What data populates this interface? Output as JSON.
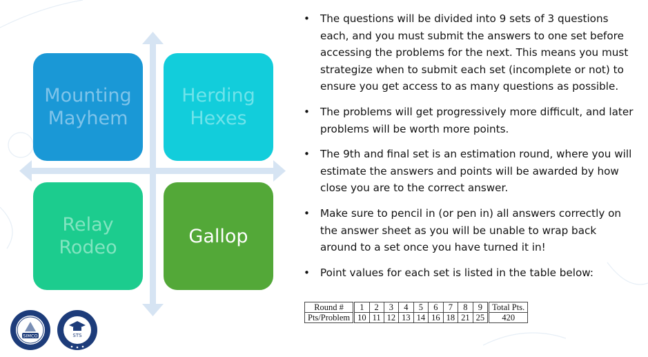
{
  "tiles": {
    "mounting": "Mounting\nMayhem",
    "herding": "Herding\nHexes",
    "relay": "Relay\nRodeo",
    "gallop": "Gallop"
  },
  "colors": {
    "blue": "#1a98d6",
    "cyan": "#12cddb",
    "teal": "#1ccc8e",
    "green": "#53a838",
    "arrow": "#d6e4f3"
  },
  "bullets": [
    "The questions will be divided into 9 sets of 3 questions each, and you must submit the answers to one set before accessing the problems for the next. This means you must strategize when to submit each set (incomplete or not) to ensure you get access to as many questions as possible.",
    "The problems will get progressively more difficult, and later problems will be worth more points.",
    "The 9th and final set is an estimation round, where you will estimate the answers and points will be awarded by how close you are to the correct answer.",
    "Make sure to pencil in (or pen in) all answers correctly on the answer sheet as you will be unable to wrap back around to a set once you have turned it in!",
    "Point values for each set is listed in the table below:"
  ],
  "table": {
    "row1_label": "Round #",
    "row2_label": "Pts/Problem",
    "rounds": [
      "1",
      "2",
      "3",
      "4",
      "5",
      "6",
      "7",
      "8",
      "9"
    ],
    "points": [
      "10",
      "11",
      "12",
      "13",
      "14",
      "16",
      "18",
      "21",
      "25"
    ],
    "total_label": "Total Pts.",
    "total_value": "420"
  },
  "logos": {
    "simco_text": "SIMCO",
    "sts_text": "STS"
  }
}
